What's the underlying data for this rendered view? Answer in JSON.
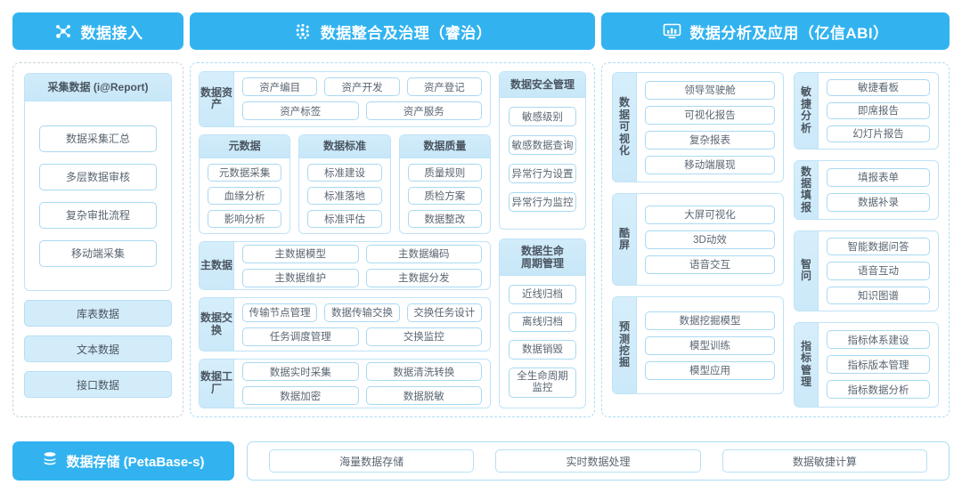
{
  "columns": {
    "ingest": {
      "banner": {
        "title": "数据接入",
        "icon": "data-nodes-icon"
      },
      "collect_card": {
        "header": "采集数据 (i@Report)",
        "items": [
          "数据采集汇总",
          "多层数据审核",
          "复杂审批流程",
          "移动端采集"
        ]
      },
      "sources": [
        "库表数据",
        "文本数据",
        "接口数据"
      ]
    },
    "govern": {
      "banner": {
        "title": "数据整合及治理（睿治）",
        "icon": "data-dots-icon"
      },
      "asset": {
        "label": "数据资产",
        "row1": [
          "资产编目",
          "资产开发",
          "资产登记"
        ],
        "row2": [
          "资产标签",
          "资产服务"
        ]
      },
      "meta_cards": [
        {
          "header": "元数据",
          "items": [
            "元数据采集",
            "血缘分析",
            "影响分析"
          ]
        },
        {
          "header": "数据标准",
          "items": [
            "标准建设",
            "标准落地",
            "标准评估"
          ]
        },
        {
          "header": "数据质量",
          "items": [
            "质量规则",
            "质检方案",
            "数据整改"
          ]
        }
      ],
      "master": {
        "label": "主数据",
        "row1": [
          "主数据模型",
          "主数据编码"
        ],
        "row2": [
          "主数据维护",
          "主数据分发"
        ]
      },
      "exchange": {
        "label": "数据交换",
        "row1": [
          "传输节点管理",
          "数据传输交换",
          "交换任务设计"
        ],
        "row2": [
          "任务调度管理",
          "交换监控"
        ]
      },
      "factory": {
        "label": "数据工厂",
        "row1": [
          "数据实时采集",
          "数据清洗转换"
        ],
        "row2": [
          "数据加密",
          "数据脱敏"
        ]
      },
      "security": {
        "header": "数据安全管理",
        "items": [
          "敏感级别",
          "敏感数据查询",
          "异常行为设置",
          "异常行为监控"
        ]
      },
      "lifecycle": {
        "header": "数据生命\n周期管理",
        "items": [
          "近线归档",
          "离线归档",
          "数据销毁",
          "全生命周期\n监控"
        ]
      }
    },
    "analysis": {
      "banner": {
        "title": "数据分析及应用（亿信ABI）",
        "icon": "monitor-chart-icon"
      },
      "left_cards": [
        {
          "label": "数据可视化",
          "items": [
            "领导驾驶舱",
            "可视化报告",
            "复杂报表",
            "移动端展现"
          ]
        },
        {
          "label": "酷屏",
          "items": [
            "大屏可视化",
            "3D动效",
            "语音交互"
          ]
        },
        {
          "label": "预测挖掘",
          "items": [
            "数据挖掘模型",
            "模型训练",
            "模型应用"
          ]
        }
      ],
      "right_cards": [
        {
          "label": "敏捷分析",
          "items": [
            "敏捷看板",
            "即席报告",
            "幻灯片报告"
          ]
        },
        {
          "label": "数据填报",
          "items": [
            "填报表单",
            "数据补录"
          ]
        },
        {
          "label": "智问",
          "items": [
            "智能数据问答",
            "语音互动",
            "知识图谱"
          ]
        },
        {
          "label": "指标管理",
          "items": [
            "指标体系建设",
            "指标版本管理",
            "指标数据分析"
          ]
        }
      ]
    }
  },
  "storage": {
    "banner": {
      "title": "数据存储 (PetaBase-s)",
      "icon": "database-icon"
    },
    "items": [
      "海量数据存储",
      "实时数据处理",
      "数据敏捷计算"
    ]
  },
  "colors": {
    "brand_blue": "#32b3f0",
    "pill_border": "#a9d9f2",
    "card_header": "#d2ecfa",
    "label_bg": "#d6eefb",
    "text": "#4a5560",
    "dashed_border": "#c9d3da"
  }
}
